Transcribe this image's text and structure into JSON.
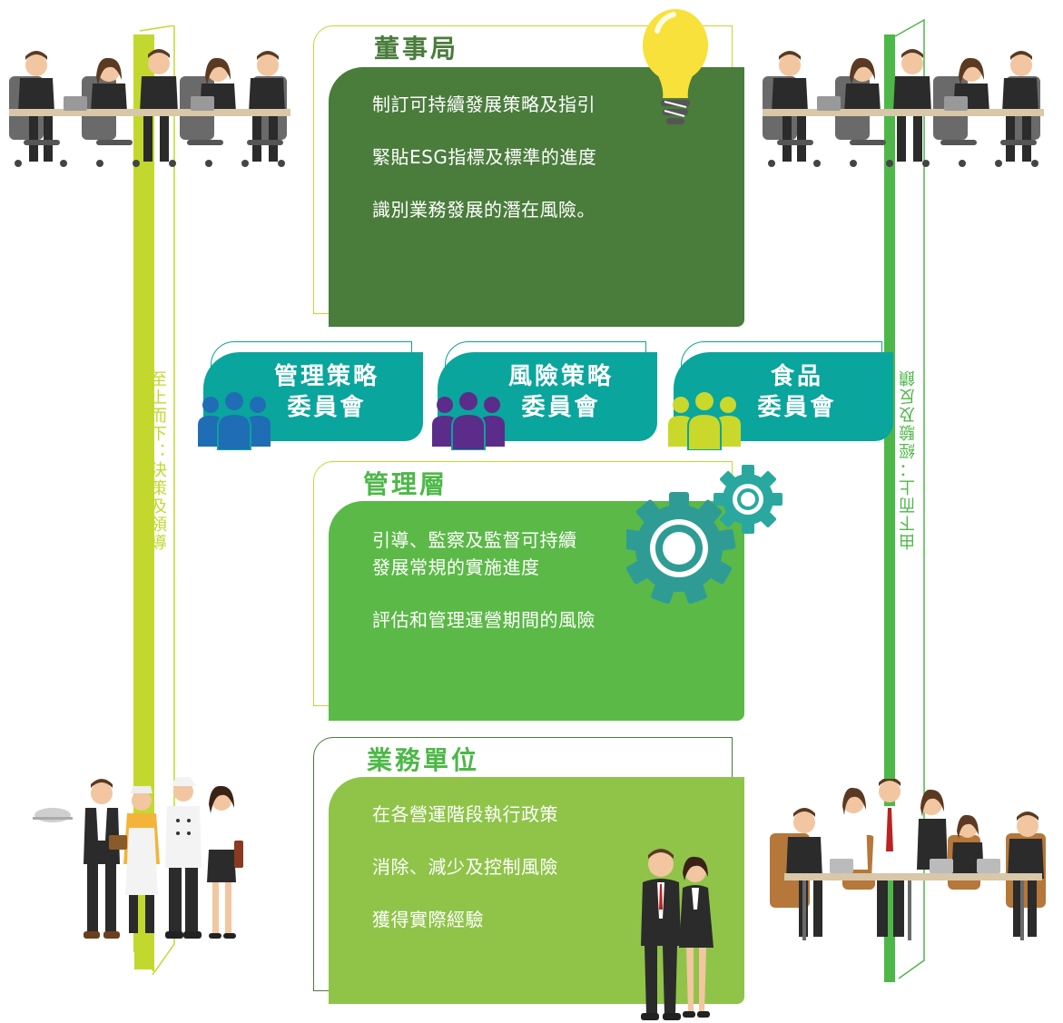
{
  "left_axis": {
    "label": "至上而下：決策及領導",
    "color": "#c3d82e"
  },
  "right_axis": {
    "label": "由下而上：經驗及反饋",
    "color": "#4db848"
  },
  "board": {
    "title": "董事局",
    "items": [
      "制訂可持續發展策略及指引",
      "緊貼ESG指標及標準的進度",
      "識別業務發展的潛在風險。"
    ],
    "fill_color": "#4a7c3c"
  },
  "committees": [
    {
      "label": "管理策略\n委員會",
      "icon": "people-group-icon",
      "icon_color": "#1f6db5"
    },
    {
      "label": "風險策略\n委員會",
      "icon": "people-group-icon",
      "icon_color": "#5b2c8a"
    },
    {
      "label": "食品\n委員會",
      "icon": "people-group-icon",
      "icon_color": "#c9d82a"
    }
  ],
  "management": {
    "title": "管理層",
    "items": [
      "引導、監察及監督可持續\n發展常規的實施進度",
      "評估和管理運營期間的風險"
    ],
    "fill_color": "#5bb947"
  },
  "business": {
    "title": "業務單位",
    "items": [
      "在各營運階段執行政策",
      "消除、減少及控制風險",
      "獲得實際經驗"
    ],
    "fill_color": "#8fc449"
  }
}
